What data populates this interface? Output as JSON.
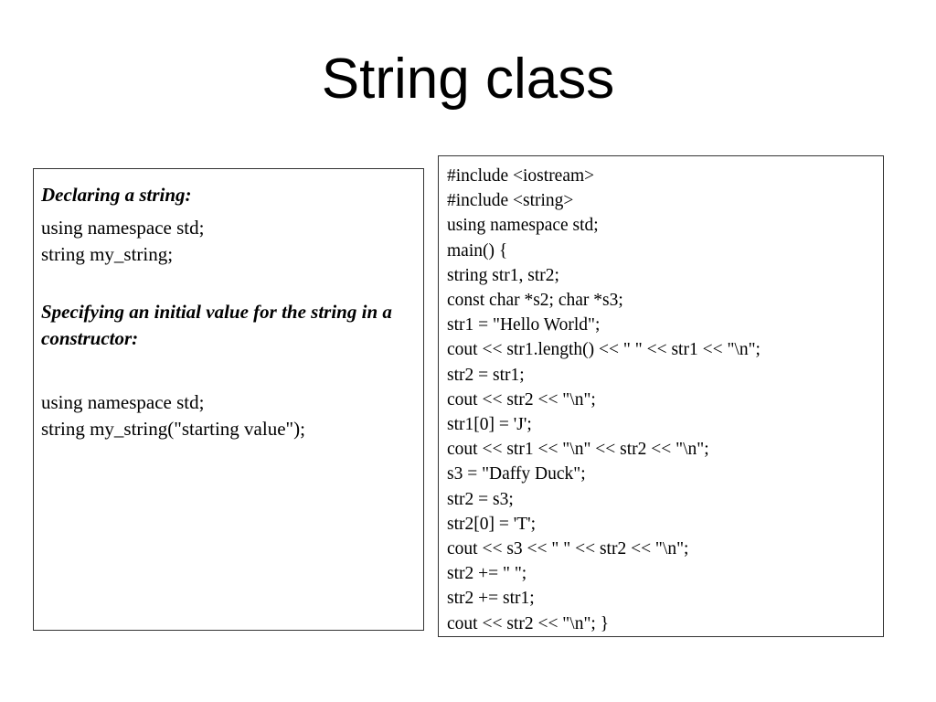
{
  "slide": {
    "title": "String class"
  },
  "left_panel": {
    "blocks": [
      {
        "heading": "Declaring a string:",
        "lines": [
          "using namespace std;",
          "string my_string;"
        ]
      },
      {
        "heading": "Specifying an initial value for the string in a constructor:",
        "lines": [
          "using namespace std;",
          "string my_string(\"starting value\");"
        ]
      }
    ]
  },
  "code_panel": {
    "lines": [
      "#include <iostream>",
      "#include <string>",
      "using namespace std;",
      "main() {",
      "string str1, str2;",
      "const char *s2; char *s3;",
      "str1 = \"Hello World\";",
      "cout << str1.length() << \" \" << str1 << \"\\n\";",
      "str2 = str1;",
      "cout << str2 << \"\\n\";",
      "str1[0] = 'J';",
      "cout << str1 << \"\\n\" << str2 << \"\\n\";",
      "s3 = \"Daffy Duck\";",
      "str2 = s3;",
      "str2[0] = 'T';",
      "cout << s3 << \" \" << str2 << \"\\n\";",
      "str2 += \" \";",
      "str2 += str1;",
      "cout << str2 << \"\\n\"; }"
    ]
  },
  "colors": {
    "background": "#ffffff",
    "text": "#000000",
    "panel_border": "#333333"
  }
}
